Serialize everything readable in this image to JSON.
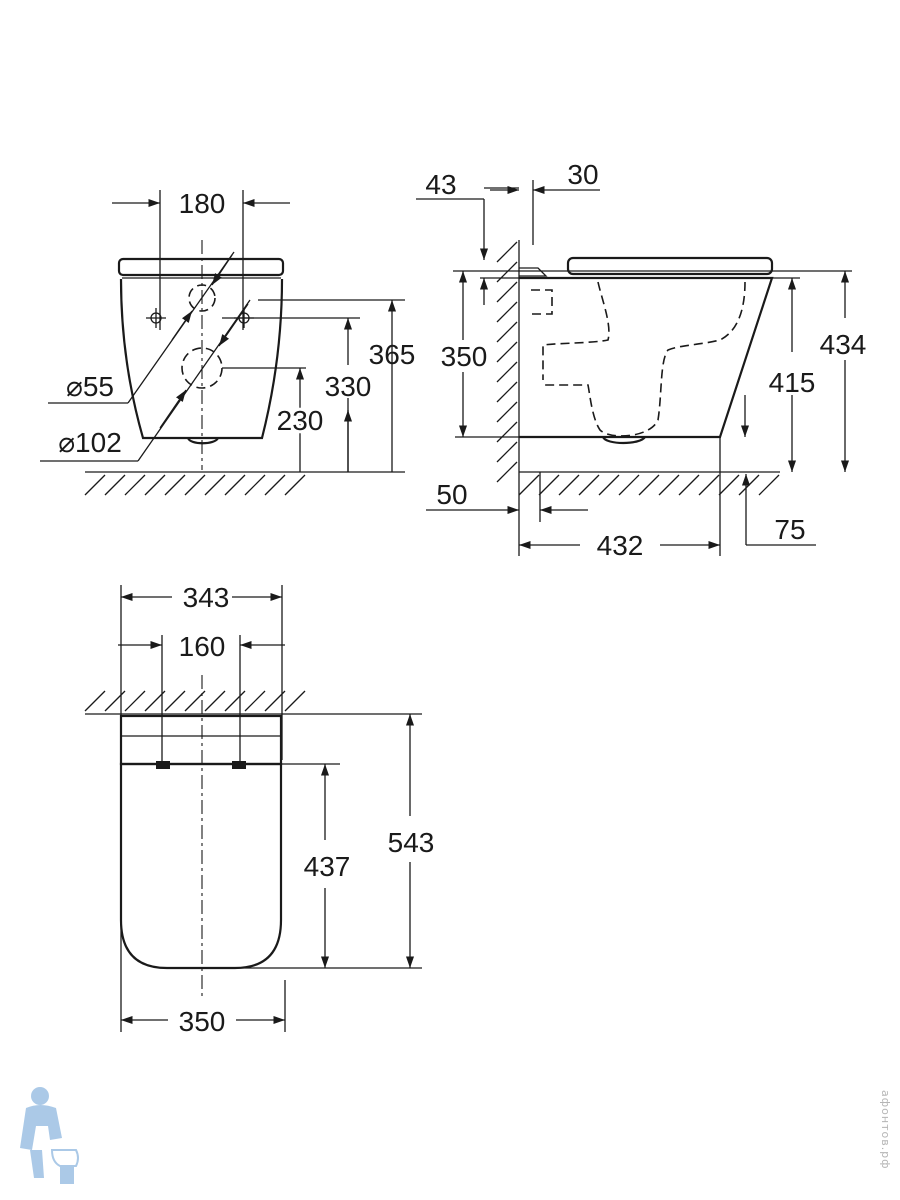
{
  "front_view": {
    "width_180": "180",
    "dia_55": "⌀55",
    "dia_102": "⌀102",
    "h_365": "365",
    "h_330": "330",
    "h_230": "230"
  },
  "side_view": {
    "d_43": "43",
    "d_30": "30",
    "h_350": "350",
    "h_415": "415",
    "h_434": "434",
    "d_50": "50",
    "d_432": "432",
    "d_75": "75"
  },
  "top_view": {
    "w_343": "343",
    "w_160": "160",
    "l_437": "437",
    "l_543": "543",
    "w_350": "350"
  },
  "watermark": "афонтов.рф",
  "colors": {
    "ink": "#1a1a1a",
    "logo_blue": "#8fb8e0"
  }
}
